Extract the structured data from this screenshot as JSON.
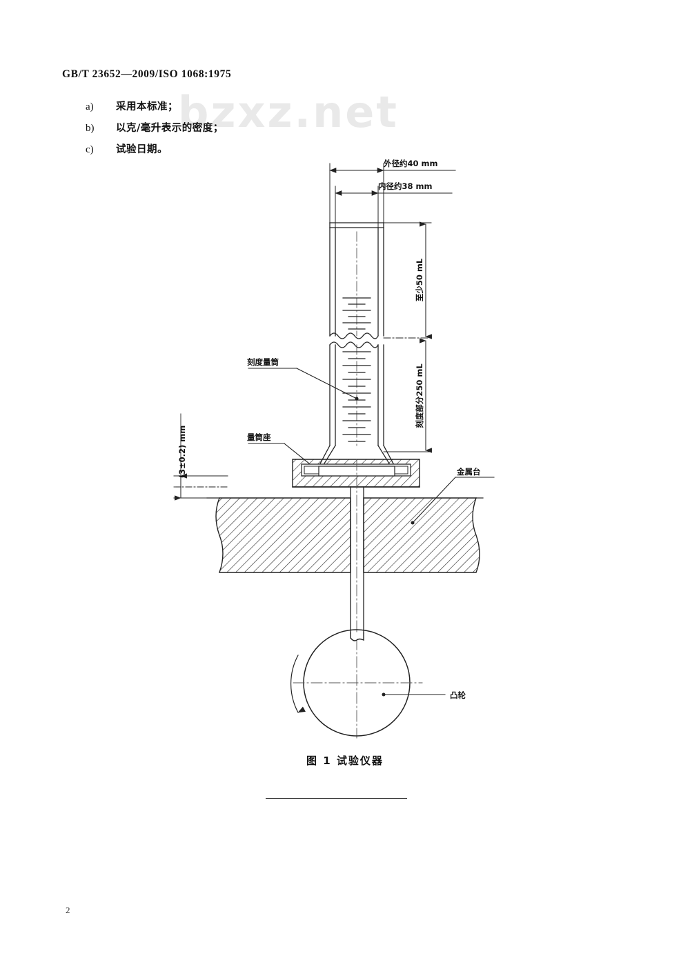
{
  "document": {
    "header": "GB/T 23652—2009/ISO 1068:1975",
    "page_number": "2",
    "watermark": "bzxz.net"
  },
  "list": {
    "items": [
      {
        "marker": "a)",
        "text": "采用本标准；"
      },
      {
        "marker": "b)",
        "text": "以克/毫升表示的密度；"
      },
      {
        "marker": "c)",
        "text": "试验日期。"
      }
    ]
  },
  "figure": {
    "caption": "图 1   试验仪器",
    "labels": {
      "outer_diameter": "外径约40 mm",
      "inner_diameter": "内径约38 mm",
      "at_least_50ml": "至少50 mL",
      "graduated_250ml": "刻度部分250 mL",
      "graduated_cylinder": "刻度量筒",
      "cylinder_base": "量筒座",
      "drop_height": "(3±0.2) mm",
      "metal_table": "金属台",
      "cam": "凸轮"
    }
  },
  "colors": {
    "ink": "#1a1a1a",
    "line": "#222222",
    "hatch": "#333333",
    "paper": "#ffffff",
    "watermark": "#e9e9e9"
  }
}
